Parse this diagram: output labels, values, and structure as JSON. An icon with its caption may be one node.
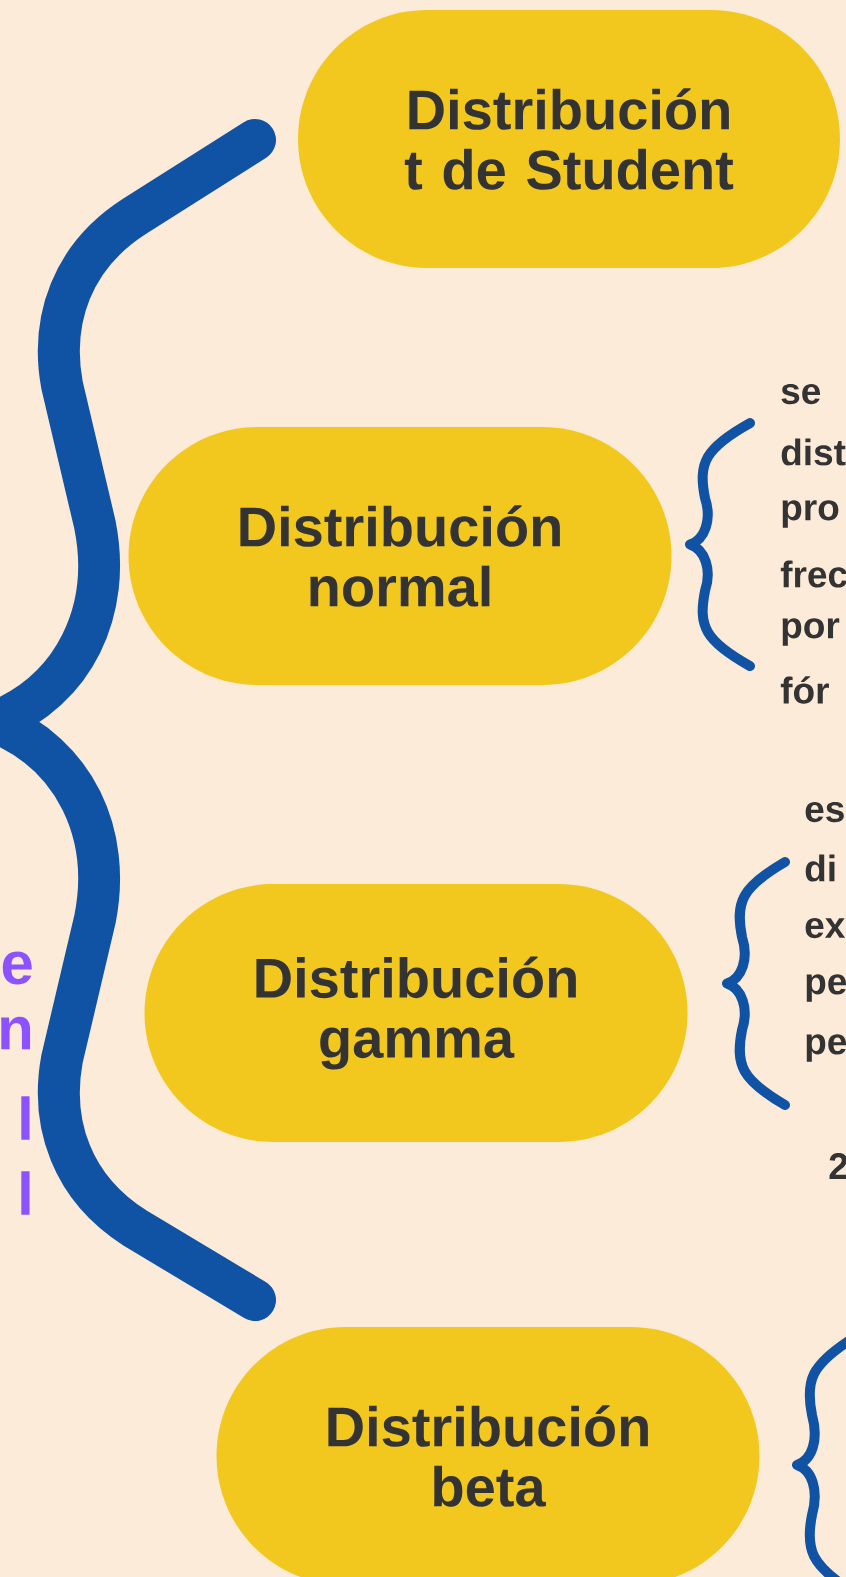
{
  "diagram": {
    "nodes": [
      {
        "text": [
          "Distribución t de Student"
        ]
      },
      {
        "text": [
          "Distribución normal"
        ]
      },
      {
        "text": [
          "Distribución gamma"
        ]
      },
      {
        "text": [
          "Distribución beta"
        ]
      }
    ],
    "labels": [
      "se",
      "dist",
      "pro",
      "frec",
      "por",
      "fór",
      "es",
      "di",
      "ex",
      "pe",
      "pe",
      "2",
      "e",
      "n",
      "l",
      "l"
    ]
  }
}
